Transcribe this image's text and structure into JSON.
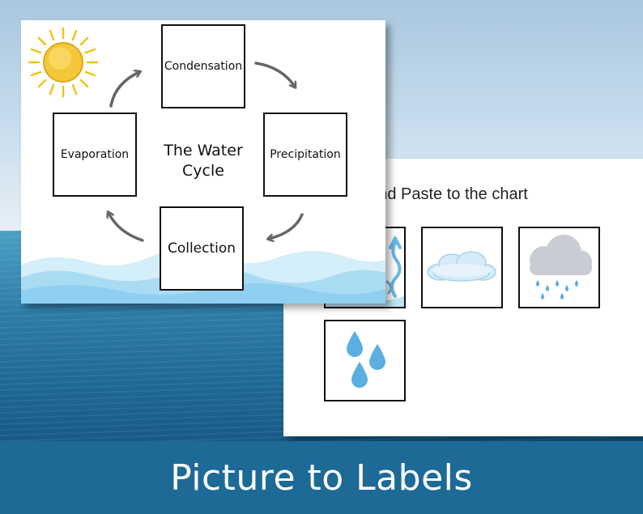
{
  "banner": {
    "title": "Picture to Labels"
  },
  "worksheet_back": {
    "instruction": "t and Paste to the chart",
    "pictures": [
      {
        "icon": "evaporation-icon"
      },
      {
        "icon": "cloud-icon"
      },
      {
        "icon": "rain-cloud-icon"
      },
      {
        "icon": "water-drops-icon"
      }
    ]
  },
  "worksheet_front": {
    "title_line1": "The Water",
    "title_line2": "Cycle",
    "labels": {
      "condensation": "Condensation",
      "precipitation": "Precipitation",
      "collection": "Collection",
      "evaporation": "Evaporation"
    },
    "decor": {
      "sun": "sun-icon",
      "waves": "waves-icon"
    }
  },
  "colors": {
    "banner": "#1d6a97",
    "sky": "#c2d9eb",
    "sea": "#2f7fab",
    "water_light": "#bfe4f7",
    "water_mid": "#8fd0f0",
    "drop": "#5aaee0",
    "cloud": "#d6ebf8",
    "rain_cloud": "#c9ccd2",
    "sun": "#f2c21a",
    "arrow": "#666666"
  }
}
